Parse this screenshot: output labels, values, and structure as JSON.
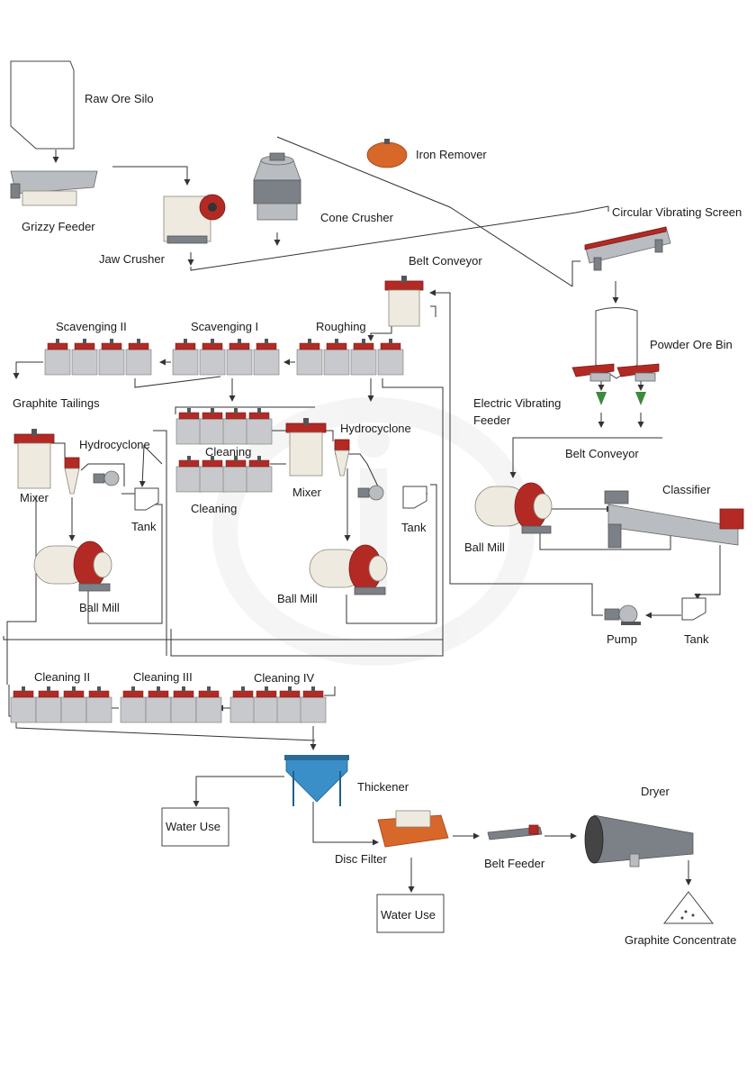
{
  "labels": {
    "raw_ore_silo": "Raw Ore Silo",
    "grizzy_feeder": "Grizzy Feeder",
    "jaw_crusher": "Jaw Crusher",
    "cone_crusher": "Cone Crusher",
    "iron_remover": "Iron Remover",
    "circular_vibrating_screen": "Circular Vibrating Screen",
    "belt_conveyor_top": "Belt Conveyor",
    "powder_ore_bin": "Powder Ore Bin",
    "electric_vibrating_feeder_1": "Electric Vibrating",
    "electric_vibrating_feeder_2": "Feeder",
    "belt_conveyor_right": "Belt Conveyor",
    "classifier": "Classifier",
    "ball_mill_right": "Ball Mill",
    "pump_right": "Pump",
    "tank_right": "Tank",
    "roughing": "Roughing",
    "scavenging_1": "Scavenging I",
    "scavenging_2": "Scavenging II",
    "graphite_tailings": "Graphite Tailings",
    "hydrocyclone_left": "Hydrocyclone",
    "mixer_left": "Mixer",
    "tank_left": "Tank",
    "ball_mill_left": "Ball Mill",
    "cleaning_upper": "Cleaning",
    "cleaning_lower": "Cleaning",
    "mixer_center": "Mixer",
    "hydrocyclone_center": "Hydrocyclone",
    "tank_center": "Tank",
    "ball_mill_center": "Ball Mill",
    "cleaning_2": "Cleaning II",
    "cleaning_3": "Cleaning III",
    "cleaning_4": "Cleaning IV",
    "thickener": "Thickener",
    "water_use_1": "Water Use",
    "water_use_2": "Water Use",
    "disc_filter": "Disc Filter",
    "belt_feeder": "Belt Feeder",
    "dryer": "Dryer",
    "graphite_concentrate": "Graphite Concentrate"
  },
  "colors": {
    "flotation_red": "#b32a25",
    "steel": "#b9bcc0",
    "thickener_blue": "#3a8fc9",
    "filter_orange": "#d8672a"
  }
}
